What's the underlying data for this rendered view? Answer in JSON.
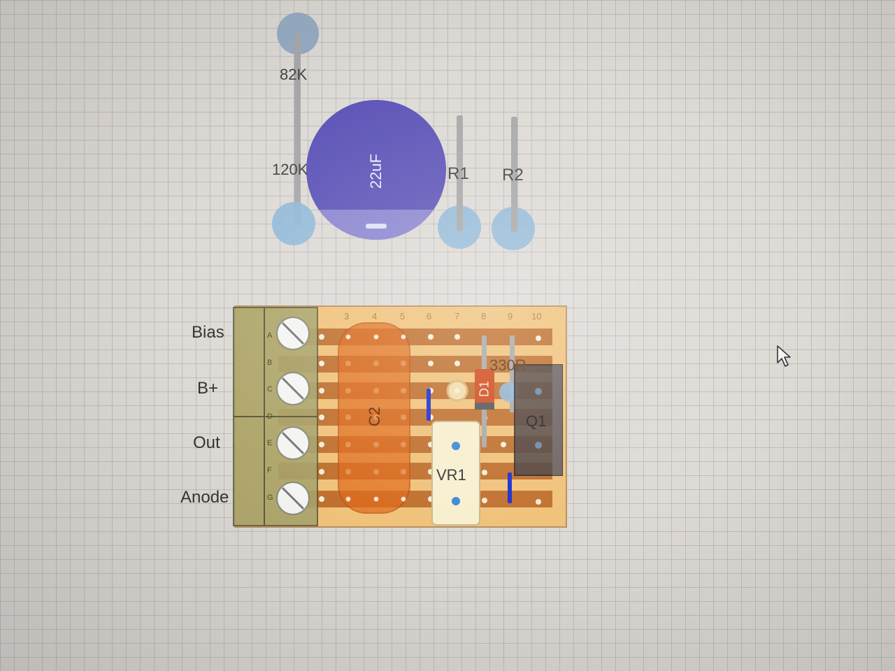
{
  "loose_components": {
    "r_82k": "82K",
    "r_120k": "120K",
    "cap_22uf": "22uF",
    "cap_polarity": "−",
    "r1": "R1",
    "r2": "R2"
  },
  "board": {
    "column_numbers": [
      "3",
      "4",
      "5",
      "6",
      "7",
      "8",
      "9",
      "10"
    ],
    "row_letters": [
      "A",
      "B",
      "C",
      "D",
      "E",
      "F",
      "G"
    ],
    "terminal_labels": [
      "Bias",
      "B+",
      "Out",
      "Anode"
    ],
    "c2": "C2",
    "d1": "D1",
    "r_330r": "330R",
    "q1": "Q1",
    "vr1": "VR1"
  },
  "colors": {
    "board_bg": "#f0c27a",
    "strip": "#c0702e",
    "capacitor": "#5e55b8",
    "pad": "#8fb8d8",
    "c2_fill": "#e06a1a",
    "terminal_block": "#a8a46c",
    "link_wire": "#1a2fcf",
    "q1": "#4a4040"
  }
}
